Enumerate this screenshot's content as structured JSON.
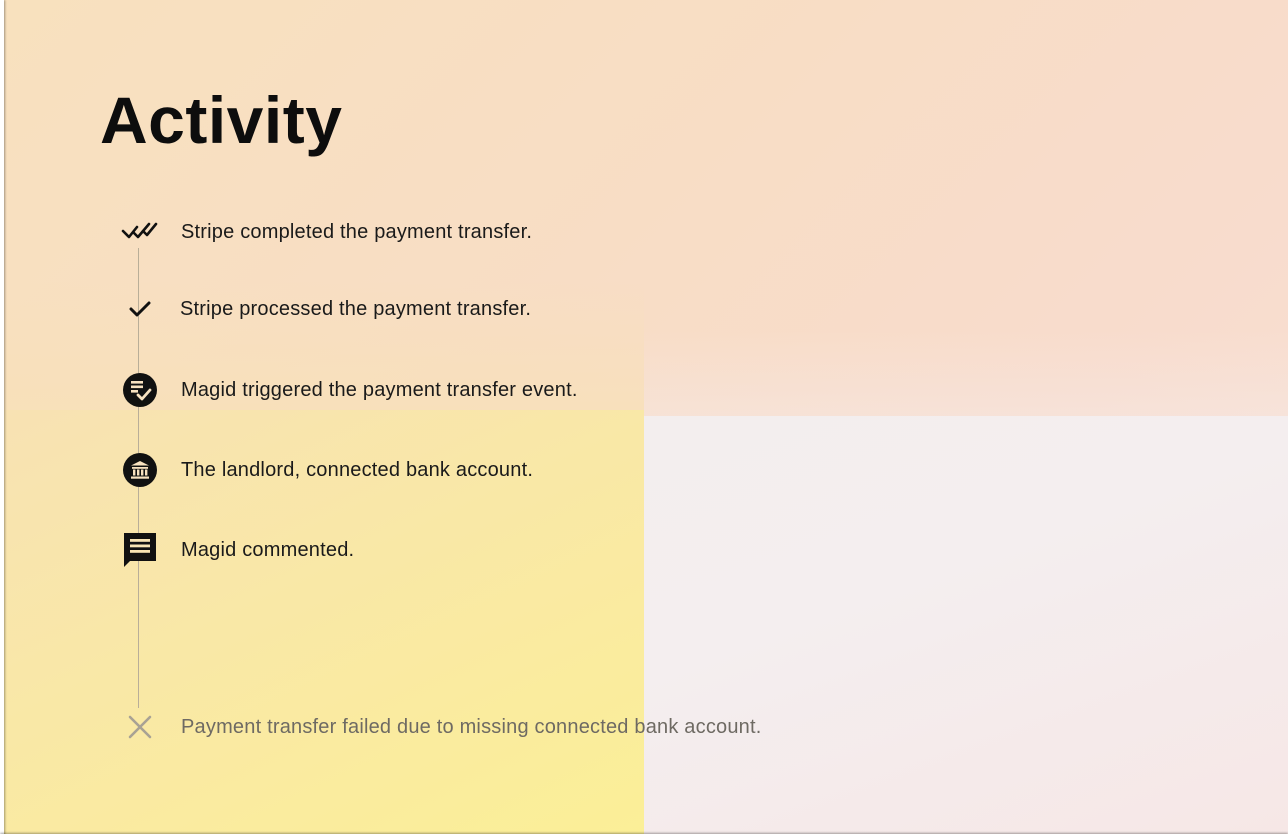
{
  "page": {
    "title": "Activity"
  },
  "activity": {
    "items": [
      {
        "icon": "double-check-icon",
        "text": "Stripe completed the payment transfer.",
        "status": "completed"
      },
      {
        "icon": "check-icon",
        "text": "Stripe processed the payment transfer.",
        "status": "processed"
      },
      {
        "icon": "receipt-check-icon",
        "text": "Magid triggered the payment transfer event.",
        "status": "triggered"
      },
      {
        "icon": "bank-icon",
        "text": "The landlord, connected bank account.",
        "status": "connected"
      },
      {
        "icon": "comment-icon",
        "text": "Magid commented.",
        "status": "comment"
      },
      {
        "icon": "close-icon",
        "text": "Payment transfer failed due to missing connected bank account.",
        "status": "failed"
      }
    ]
  },
  "colors": {
    "text": "#1a1a1a",
    "muted": "#6e6a63",
    "line": "#b9ae98",
    "icon": "#111111",
    "failed_icon": "#a8a294"
  }
}
